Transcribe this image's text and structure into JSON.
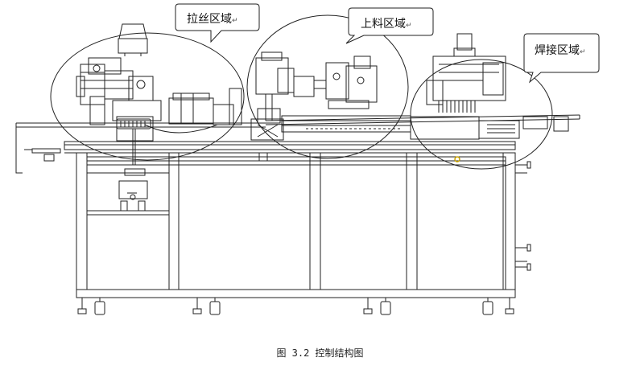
{
  "callouts": {
    "wire_drawing": "拉丝区域",
    "loading": "上料区域",
    "welding": "焊接区域",
    "return_mark": "↵"
  },
  "caption": "图 3.2 控制结构图",
  "colors": {
    "line": "#222222",
    "light_line": "#666666",
    "marker": "#c8a200"
  }
}
